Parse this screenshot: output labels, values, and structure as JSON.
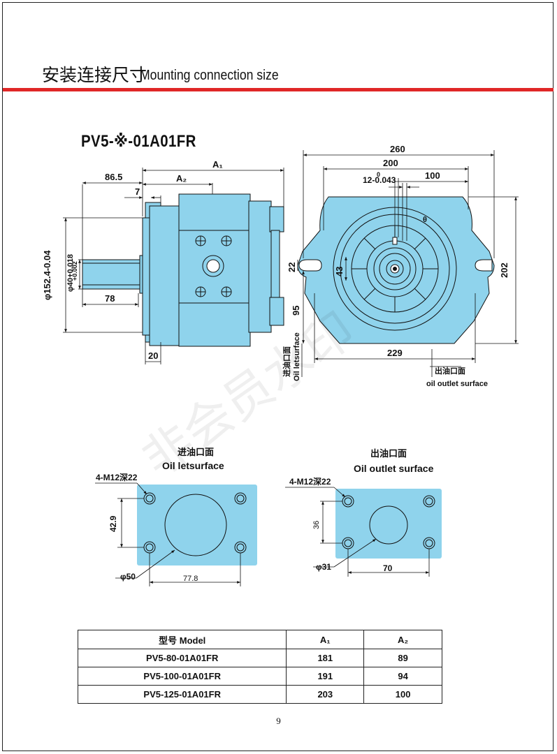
{
  "header": {
    "title_cn": "安装连接尺寸",
    "title_en": "Mounting connection size"
  },
  "model_title": "PV5-※-01A01FR",
  "side_view": {
    "dim_86_5": "86.5",
    "dim_a1": "A₁",
    "dim_a2": "A₂",
    "dim_7": "7",
    "dim_152": "φ152.4-0.04",
    "dim_152_tol": "0",
    "dim_40": "φ40+0.018",
    "dim_40_tol": "+0.002",
    "dim_78": "78",
    "dim_20": "20"
  },
  "front_view": {
    "dim_260": "260",
    "dim_200": "200",
    "dim_100": "100",
    "dim_12": "12-0.043",
    "dim_12_tol": "0",
    "dim_22": "22",
    "dim_43": "43",
    "dim_95": "95",
    "dim_202": "202",
    "dim_229": "229",
    "dim_theta": "θ",
    "inlet_label": "进油口面",
    "inlet_label_en": "Oil letsurface",
    "outlet_label": "出油口面",
    "outlet_label_en": "oil outlet surface"
  },
  "inlet_flange": {
    "title_cn": "进油口面",
    "title_en": "Oil letsurface",
    "bolt": "4-M12深22",
    "dim_42_9": "42.9",
    "dim_phi50": "φ50",
    "dim_77_8": "77.8"
  },
  "outlet_flange": {
    "title_cn": "出油口面",
    "title_en": "Oil outlet surface",
    "bolt": "4-M12深22",
    "dim_36": "36",
    "dim_phi31": "φ31",
    "dim_70": "70"
  },
  "table": {
    "headers": [
      "型号 Model",
      "A₁",
      "A₂"
    ],
    "rows": [
      [
        "PV5-80-01A01FR",
        "181",
        "89"
      ],
      [
        "PV5-100-01A01FR",
        "191",
        "94"
      ],
      [
        "PV5-125-01A01FR",
        "203",
        "100"
      ]
    ]
  },
  "watermark": "非会员水印",
  "page_number": "9",
  "colors": {
    "accent_red": "#e02727",
    "part_fill": "#8fd3ec",
    "line": "#111111"
  }
}
